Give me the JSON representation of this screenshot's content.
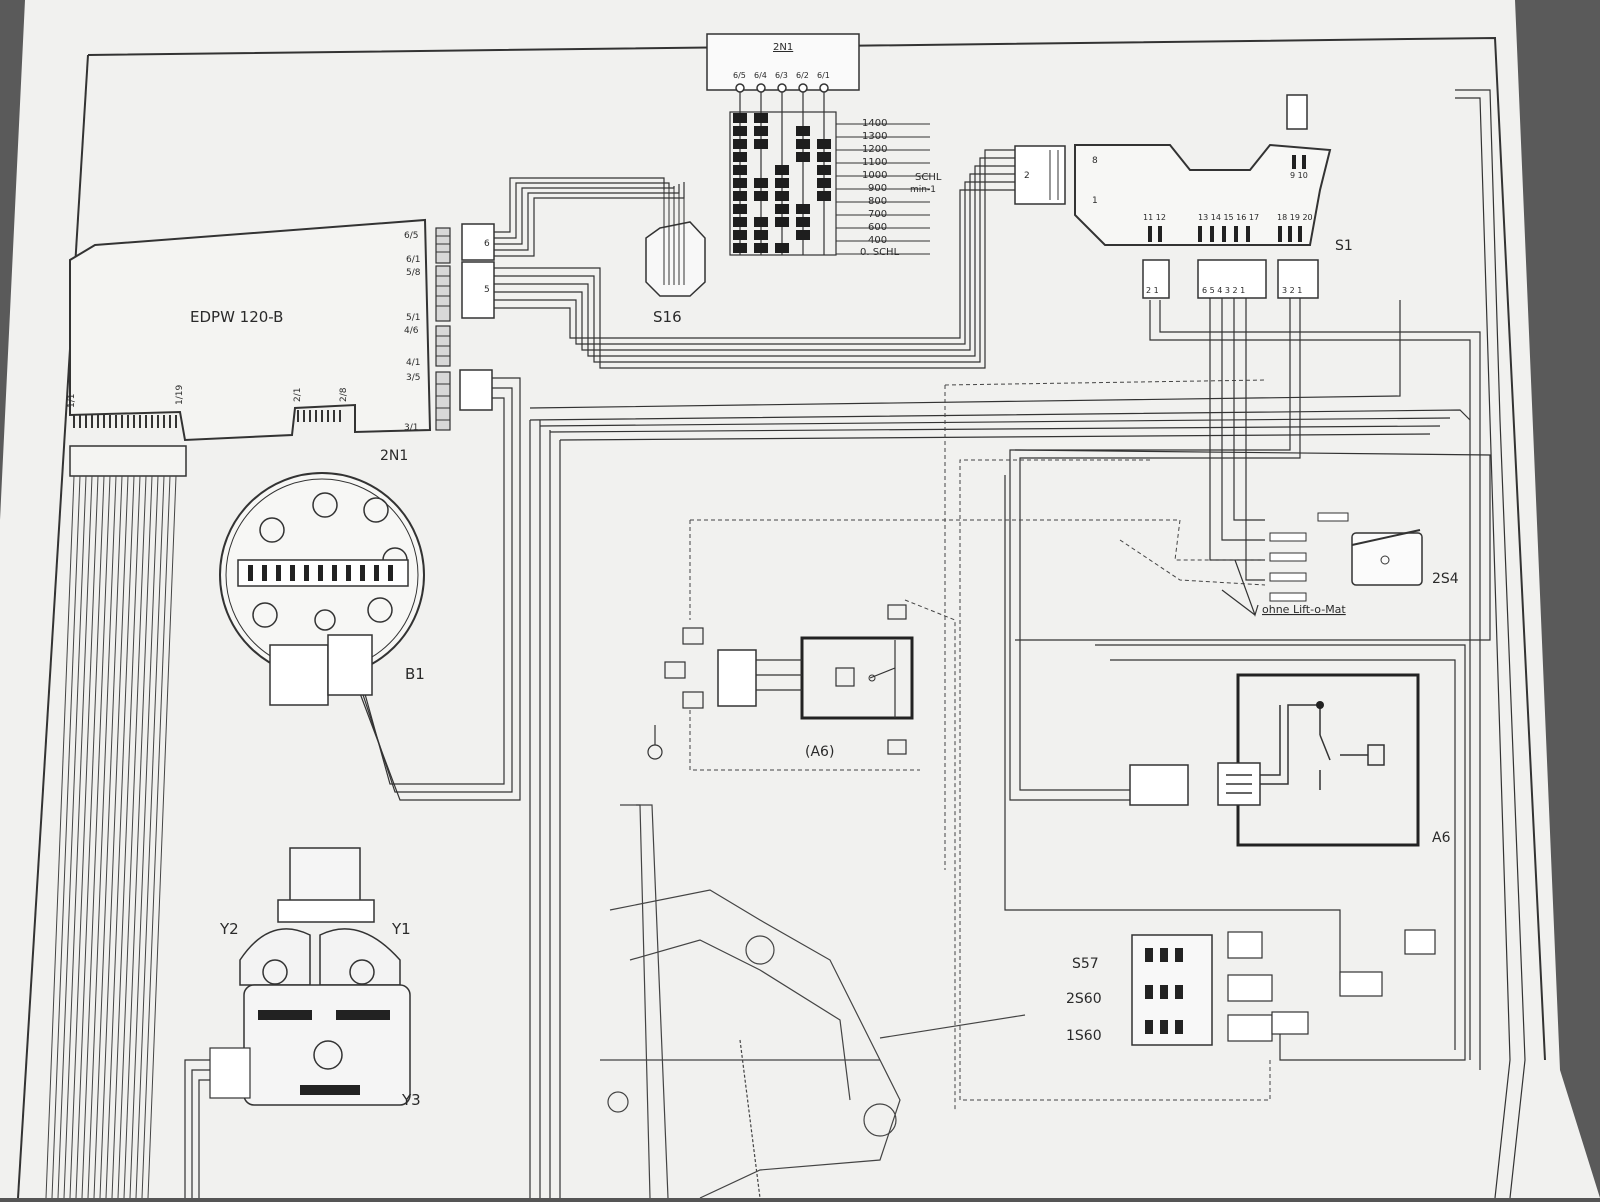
{
  "components": {
    "edpw": "EDPW 120-B",
    "board": "2N1",
    "board_header": "2N1",
    "s16": "S16",
    "s1": "S1",
    "b1": "B1",
    "a6_box": "(A6)",
    "a6": "A6",
    "s4": "2S4",
    "y1": "Y1",
    "y2": "Y2",
    "y3": "Y3",
    "s57": "S57",
    "s60_2": "2S60",
    "s60_1": "1S60"
  },
  "speed_table": {
    "pins": [
      "6/5",
      "6/4",
      "6/3",
      "6/2",
      "6/1"
    ],
    "rows": [
      "1400",
      "1300",
      "1200",
      "1100",
      "1000",
      "900",
      "800",
      "700",
      "600",
      "400",
      "0. SCHL"
    ],
    "unit_line1": "SCHL",
    "unit_line2": "min-1"
  },
  "edge_labels": {
    "conn_1_1": "1/1",
    "conn_1_19": "1/19",
    "conn_2_1": "2/1",
    "conn_2_8": "2/8",
    "pin_6_5": "6/5",
    "pin_6_1": "6/1",
    "pin_5_8": "5/8",
    "pin_5_1": "5/1",
    "pin_4_6": "4/6",
    "pin_4_1": "4/1",
    "pin_3_5": "3/5",
    "pin_3_1": "3/1",
    "plug_6": "6",
    "plug_5": "5",
    "plug_2": "2"
  },
  "annotations": {
    "lift": "ohne Lift-o-Mat"
  },
  "s1_pins": {
    "p8": "8",
    "p1": "1",
    "p9_10": "9 10",
    "p11_12": "11 12",
    "p13_17": "13 14 15 16 17",
    "p18_20": "18 19 20"
  },
  "s1_connectors": {
    "c1": "2 1",
    "c2": "6 5 4 3 2 1",
    "c3": "3 2 1"
  }
}
